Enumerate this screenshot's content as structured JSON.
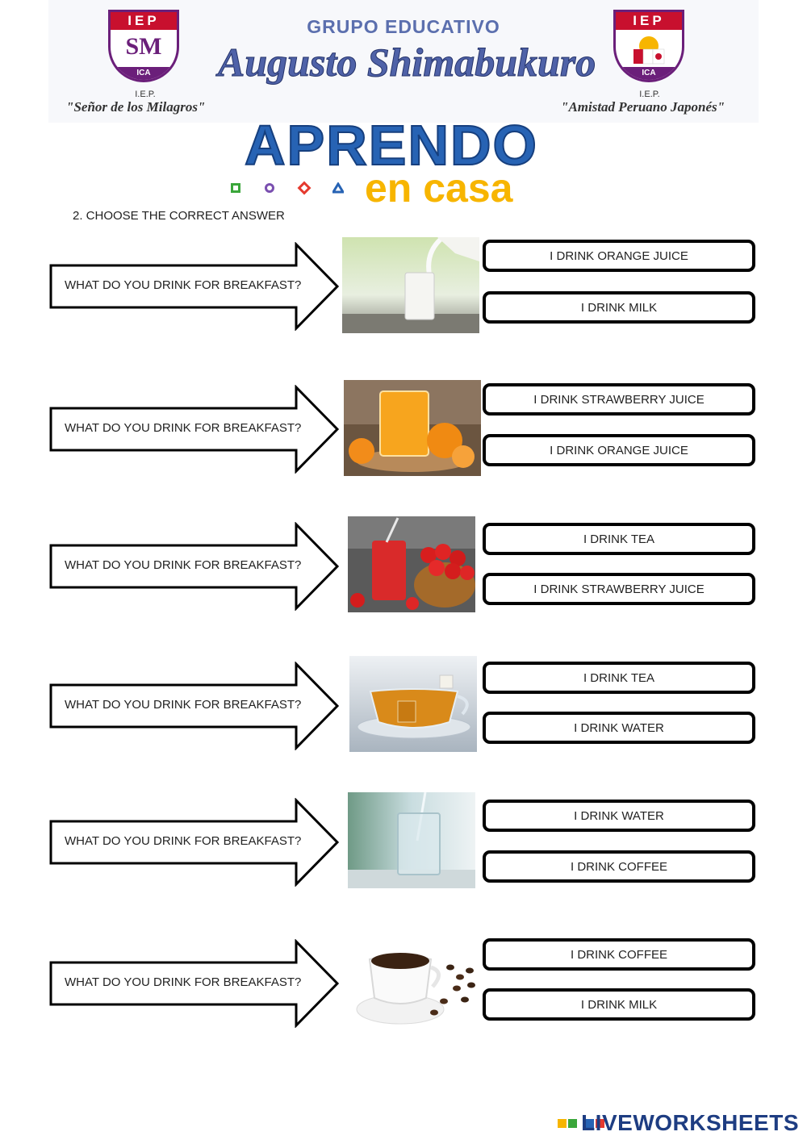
{
  "header": {
    "grupo": "GRUPO EDUCATIVO",
    "name": "Augusto Shimabukuro",
    "left_crest": {
      "top": "IEP",
      "initials": "SM",
      "bottom": "ICA",
      "iep": "I.E.P.",
      "motto": "\"Señor de los Milagros\""
    },
    "right_crest": {
      "top": "IEP",
      "bottom": "ICA",
      "iep": "I.E.P.",
      "motto": "\"Amistad Peruano Japonés\""
    }
  },
  "banner": {
    "title": "APRENDO",
    "subtitle": "en casa"
  },
  "instruction": "2.    CHOOSE THE CORRECT ANSWER",
  "questions": [
    {
      "question": "WHAT DO YOU DRINK FOR BREAKFAST?",
      "photo": "milk-glass",
      "options": [
        "I DRINK ORANGE JUICE",
        "I DRINK MILK"
      ]
    },
    {
      "question": "WHAT DO YOU DRINK FOR BREAKFAST?",
      "photo": "orange-juice-glass",
      "options": [
        "I DRINK STRAWBERRY JUICE",
        "I DRINK ORANGE JUICE"
      ]
    },
    {
      "question": "WHAT DO YOU DRINK FOR BREAKFAST?",
      "photo": "strawberry-juice",
      "options": [
        "I DRINK TEA",
        "I DRINK STRAWBERRY JUICE"
      ]
    },
    {
      "question": "WHAT DO YOU DRINK FOR BREAKFAST?",
      "photo": "tea-cup",
      "options": [
        "I DRINK TEA",
        "I DRINK WATER"
      ]
    },
    {
      "question": "WHAT DO YOU DRINK FOR BREAKFAST?",
      "photo": "water-glass",
      "options": [
        "I DRINK WATER",
        "I DRINK COFFEE"
      ]
    },
    {
      "question": "WHAT DO YOU DRINK FOR BREAKFAST?",
      "photo": "coffee-cup",
      "options": [
        "I DRINK COFFEE",
        "I DRINK MILK"
      ]
    }
  ],
  "footer": {
    "brand": "LIVEWORKSHEETS"
  },
  "colors": {
    "header_blue": "#4f62a8",
    "aprendo_blue": "#2763b4",
    "encasa_yellow": "#f7b500",
    "crest_red": "#c8102e",
    "crest_purple": "#6b1f7a"
  }
}
